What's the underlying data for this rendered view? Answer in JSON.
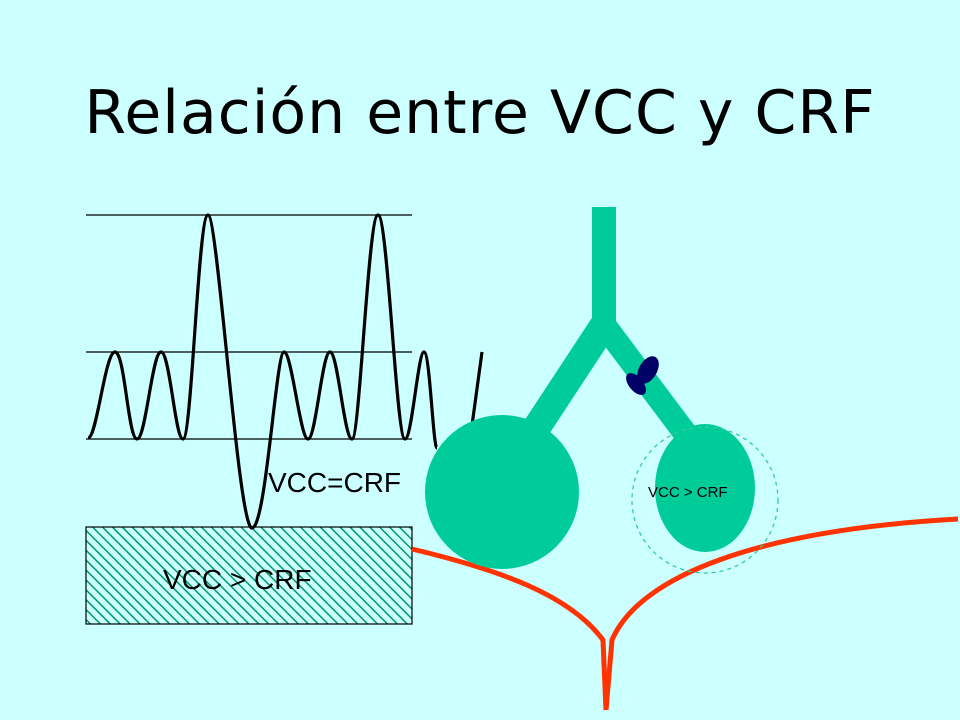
{
  "slide": {
    "title": "Relación entre VCC y CRF"
  },
  "labels": {
    "vcc_equals_crf": "VCC=CRF",
    "hatched_box": "VCC > CRF",
    "small_alveolus": "VCC > CRF"
  },
  "colors": {
    "background": "#ccffff",
    "lung_green": "#00cc99",
    "diaphragm_red": "#ff3300",
    "secretion_blue": "#000066",
    "dashed_circle": "#33cc99",
    "hatch": "#009966"
  }
}
